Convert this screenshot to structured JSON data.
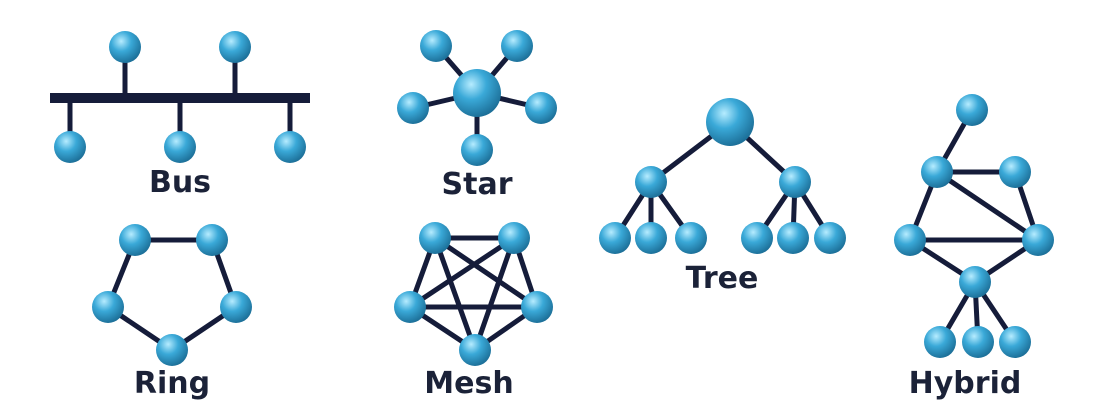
{
  "colors": {
    "node_fill": "#3aa9d8",
    "node_highlight": "#b6ecff",
    "node_shadow": "#1c6f98",
    "edge": "#151c3a",
    "label": "#1b2238"
  },
  "topologies": [
    {
      "id": "bus",
      "label": "Bus"
    },
    {
      "id": "star",
      "label": "Star"
    },
    {
      "id": "tree",
      "label": "Tree"
    },
    {
      "id": "hybrid",
      "label": "Hybrid"
    },
    {
      "id": "ring",
      "label": "Ring"
    },
    {
      "id": "mesh",
      "label": "Mesh"
    }
  ]
}
